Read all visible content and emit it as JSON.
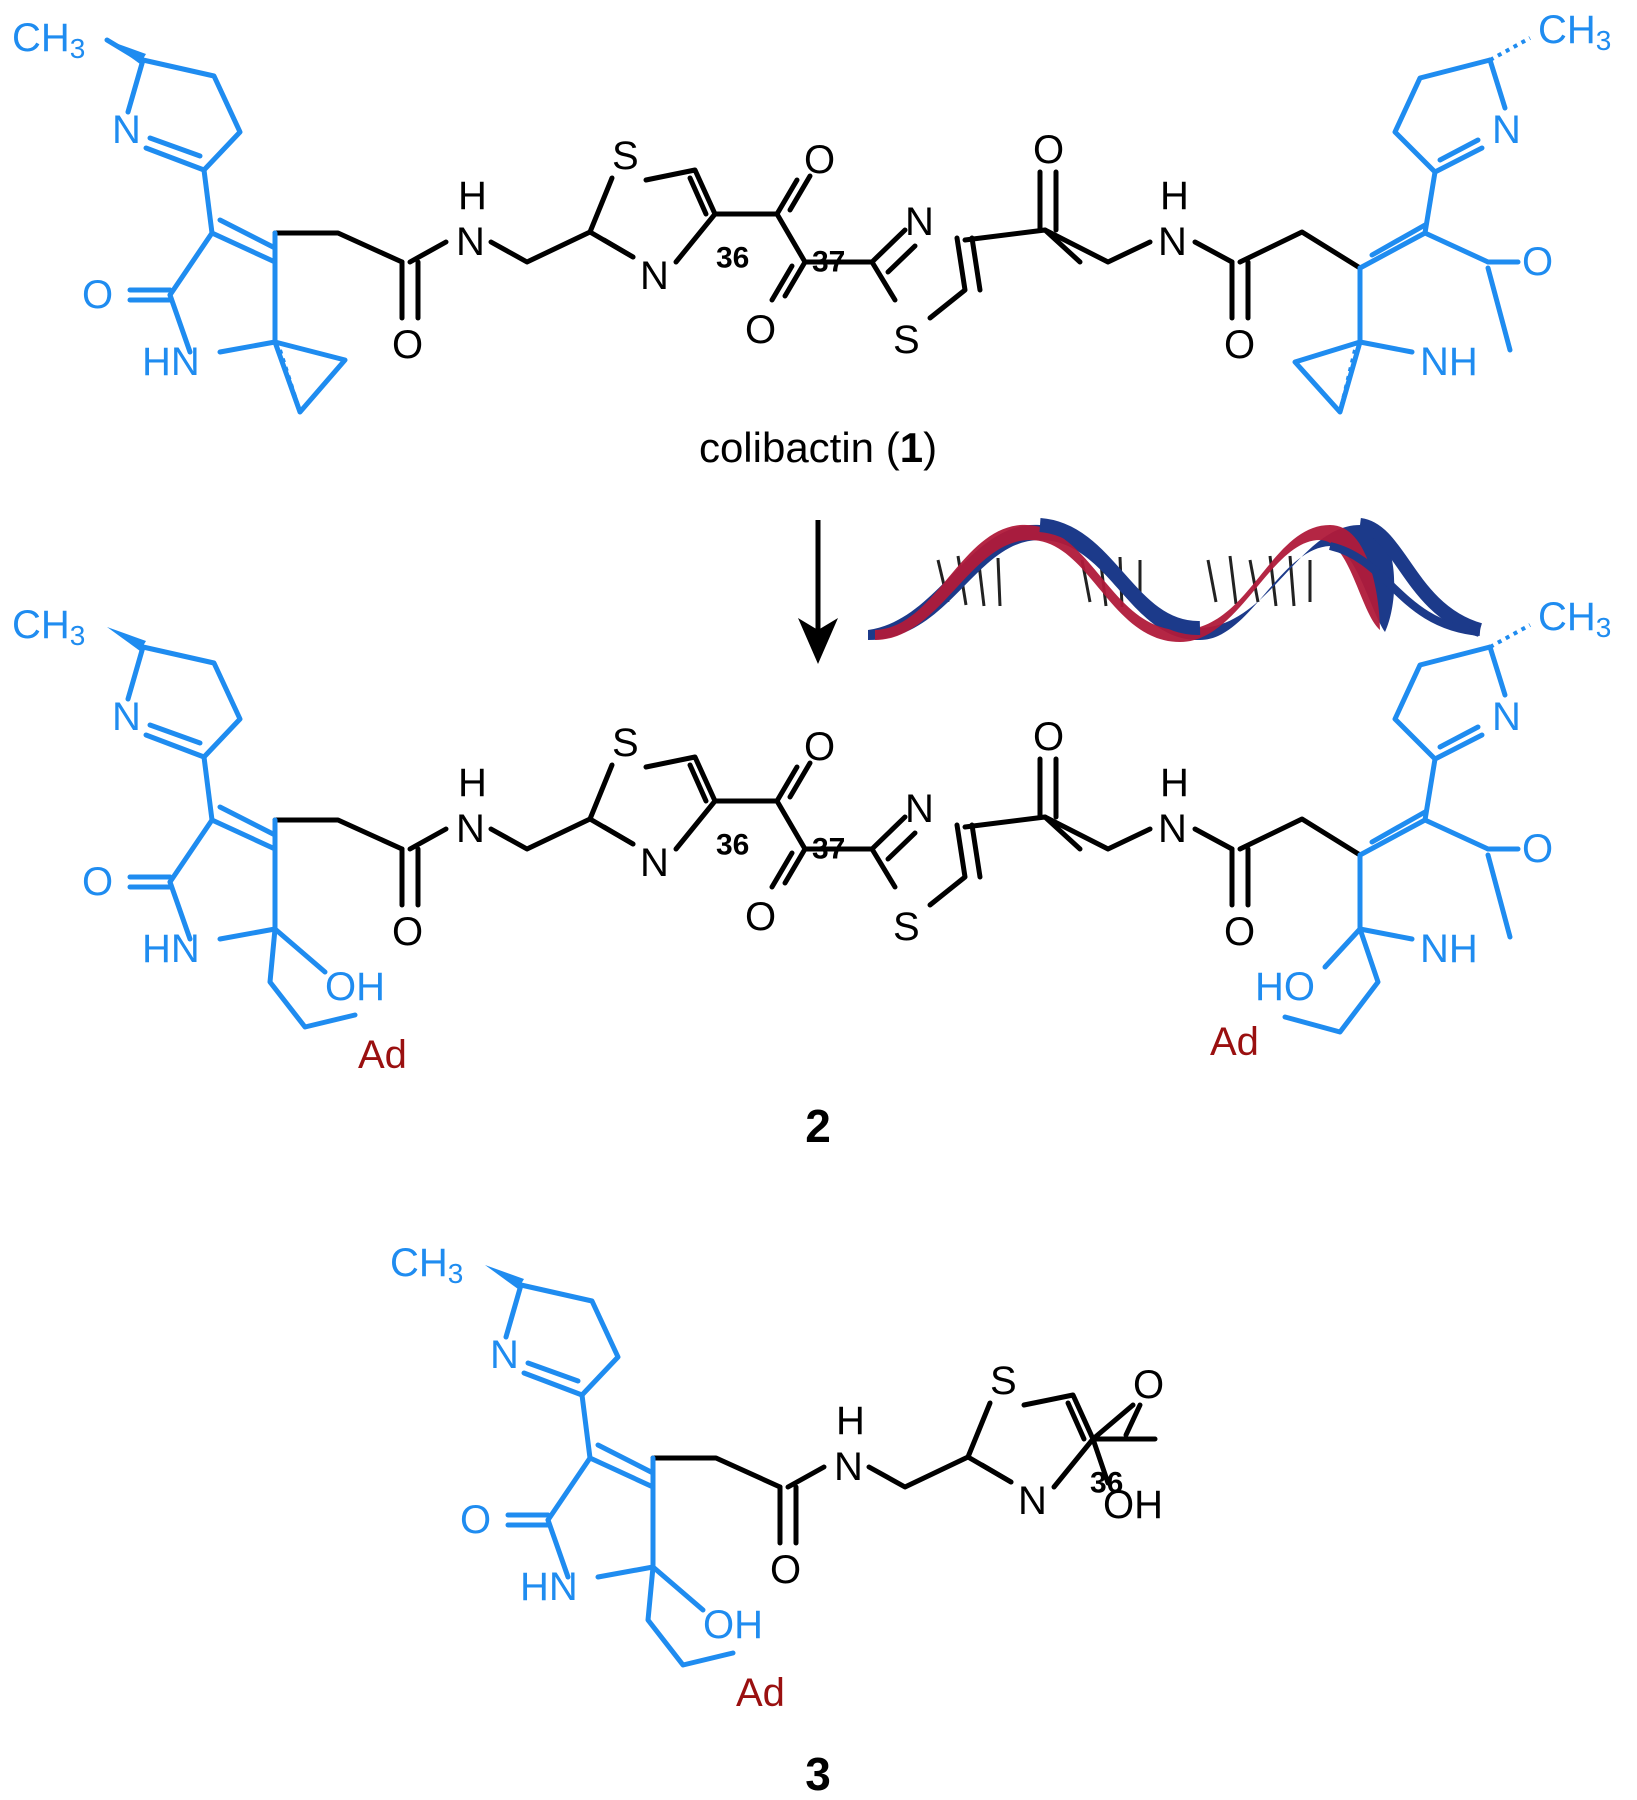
{
  "labels": {
    "s": "S",
    "n": "N",
    "nh_h": "H",
    "nh_n": "N",
    "o": "O",
    "hn": "HN",
    "nh": "NH",
    "oh": "OH",
    "ho": "HO",
    "ad": "Ad",
    "ch3_text": "CH",
    "ch3_sub": "3",
    "c36": "36",
    "c37": "37"
  },
  "compounds": {
    "c1_name": "colibactin (",
    "c1_num": "1",
    "c1_close": ")",
    "c2_num": "2",
    "c3_num": "3"
  },
  "colors": {
    "core": "#000000",
    "warhead": "#1f8cf0",
    "adenine": "#9a1010",
    "dna_strand_a": "#b01a3a",
    "dna_strand_b": "#1c3a8a"
  },
  "icons": {
    "reaction_arrow": "down-arrow-icon",
    "dna": "dna-double-helix-icon"
  }
}
